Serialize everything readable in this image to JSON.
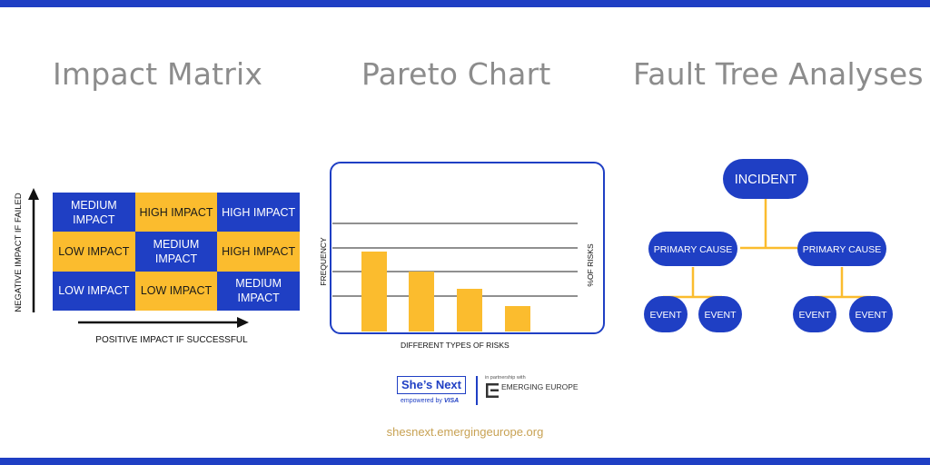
{
  "titles": {
    "impact_matrix": "Impact Matrix",
    "pareto_chart": "Pareto Chart",
    "fault_tree": "Fault Tree Analyses"
  },
  "impact_matrix": {
    "cells": [
      {
        "text": "MEDIUM IMPACT",
        "color": "#1f3fc4"
      },
      {
        "text": "HIGH IMPACT",
        "color": "#fbbc2e"
      },
      {
        "text": "HIGH IMPACT",
        "color": "#1f3fc4"
      },
      {
        "text": "LOW IMPACT",
        "color": "#fbbc2e"
      },
      {
        "text": "MEDIUM IMPACT",
        "color": "#1f3fc4"
      },
      {
        "text": "HIGH IMPACT",
        "color": "#fbbc2e"
      },
      {
        "text": "LOW IMPACT",
        "color": "#1f3fc4"
      },
      {
        "text": "LOW IMPACT",
        "color": "#fbbc2e"
      },
      {
        "text": "MEDIUM IMPACT",
        "color": "#1f3fc4"
      }
    ],
    "y_axis_label": "NEGATIVE IMPACT IF FAILED",
    "x_axis_label": "POSITIVE IMPACT IF SUCCESSFUL"
  },
  "pareto": {
    "xlabel": "DIFFERENT TYPES OF RISKS",
    "ylabel_left": "FREQUENCY",
    "ylabel_right": "%OF RISKS"
  },
  "chart_data": {
    "type": "bar",
    "categories": [
      "",
      "",
      "",
      ""
    ],
    "values": [
      88,
      66,
      47,
      28
    ],
    "title": "Pareto Chart",
    "xlabel": "DIFFERENT TYPES OF RISKS",
    "ylabel": "FREQUENCY",
    "ylabel_right": "%OF RISKS",
    "ylim": [
      0,
      120
    ],
    "grid": true,
    "bar_color": "#fbbc2e"
  },
  "fault_tree": {
    "root": "INCIDENT",
    "causes": [
      {
        "label": "PRIMARY CAUSE",
        "events": [
          "EVENT",
          "EVENT"
        ]
      },
      {
        "label": "PRIMARY CAUSE",
        "events": [
          "EVENT",
          "EVENT"
        ]
      }
    ],
    "node_color": "#1f3fc4",
    "line_color": "#fbbc2e"
  },
  "footer": {
    "logo_main": "She’s Next",
    "logo_sub": "empowered by",
    "logo_sub_brand": "VISA",
    "partner_text": "in partnership with",
    "partner_name": "EMERGING EUROPE",
    "url": "shesnext.emergingeurope.org"
  },
  "colors": {
    "brand_blue": "#1f3fc4",
    "accent_yellow": "#fbbc2e",
    "title_gray": "#8c8c8c",
    "url_gold": "#c8a254"
  }
}
